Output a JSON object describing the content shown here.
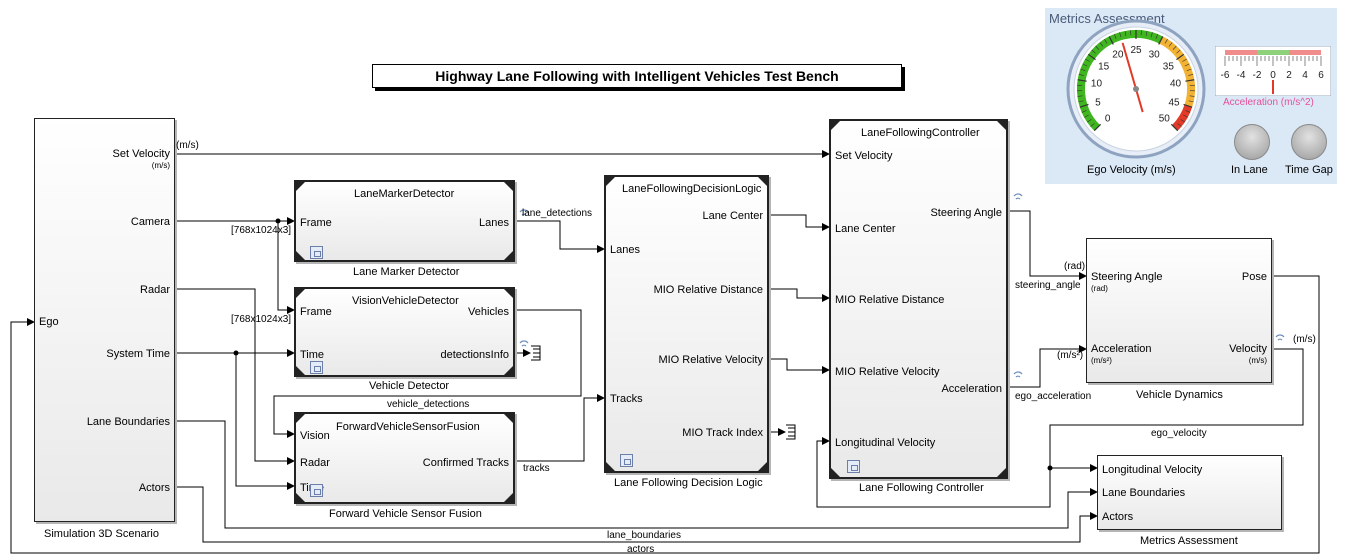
{
  "diagram": {
    "title": "Highway Lane Following with Intelligent Vehicles Test Bench",
    "blocks": {
      "scenario": {
        "name": "Simulation 3D Scenario",
        "in_ego": "Ego",
        "out_set_velocity": "Set Velocity",
        "out_set_velocity_unit": "(m/s)",
        "out_camera": "Camera",
        "out_radar": "Radar",
        "out_system_time": "System Time",
        "out_lane_boundaries": "Lane Boundaries",
        "out_actors": "Actors"
      },
      "lane_marker": {
        "name": "Lane Marker Detector",
        "ref": "LaneMarkerDetector",
        "in_frame": "Frame",
        "out_lanes": "Lanes"
      },
      "vision": {
        "name": "Vehicle Detector",
        "ref": "VisionVehicleDetector",
        "in_frame": "Frame",
        "in_time": "Time",
        "out_vehicles": "Vehicles",
        "out_detections_info": "detectionsInfo"
      },
      "fusion": {
        "name": "Forward Vehicle Sensor Fusion",
        "ref": "ForwardVehicleSensorFusion",
        "in_vision": "Vision",
        "in_radar": "Radar",
        "in_time": "Time",
        "out_confirmed_tracks": "Confirmed Tracks"
      },
      "decision": {
        "name": "Lane Following Decision Logic",
        "ref": "LaneFollowingDecisionLogic",
        "in_lanes": "Lanes",
        "in_tracks": "Tracks",
        "out_lane_center": "Lane Center",
        "out_mio_distance": "MIO Relative Distance",
        "out_mio_velocity": "MIO Relative Velocity",
        "out_mio_index": "MIO Track Index"
      },
      "controller": {
        "name": "Lane Following Controller",
        "ref": "LaneFollowingController",
        "in_set_velocity": "Set Velocity",
        "in_lane_center": "Lane Center",
        "in_mio_distance": "MIO Relative Distance",
        "in_mio_velocity": "MIO Relative Velocity",
        "in_long_velocity": "Longitudinal Velocity",
        "out_steering": "Steering Angle",
        "out_acceleration": "Acceleration"
      },
      "dynamics": {
        "name": "Vehicle Dynamics",
        "in_steering": "Steering Angle",
        "in_steering_unit": "(rad)",
        "in_acceleration": "Acceleration",
        "in_acceleration_unit": "(m/s²)",
        "out_pose": "Pose",
        "out_velocity": "Velocity",
        "out_velocity_unit": "(m/s)"
      },
      "metrics": {
        "name": "Metrics Assessment",
        "in_long_velocity": "Longitudinal Velocity",
        "in_lane_boundaries": "Lane Boundaries",
        "in_actors": "Actors"
      }
    },
    "signals": {
      "set_velocity_unit": "(m/s)",
      "frame_dim_1": "[768x1024x3]",
      "frame_dim_2": "[768x1024x3]",
      "lane_detections": "lane_detections",
      "vehicle_detections": "vehicle_detections",
      "tracks": "tracks",
      "steering_unit": "(rad)",
      "steering_angle": "steering_angle",
      "accel_unit": "(m/s²)",
      "ego_acceleration": "ego_acceleration",
      "velocity_unit": "(m/s)",
      "ego_velocity": "ego_velocity",
      "lane_boundaries": "lane_boundaries",
      "actors": "actors"
    }
  },
  "dashboard": {
    "title": "Metrics Assessment",
    "speedometer": {
      "label": "Ego Velocity (m/s)",
      "ticks": [
        "0",
        "5",
        "10",
        "15",
        "20",
        "25",
        "30",
        "35",
        "40",
        "45",
        "50"
      ],
      "value": 22,
      "min": 0,
      "max": 50
    },
    "accel_bar": {
      "label": "Acceleration (m/s^2)",
      "ticks": [
        "-6",
        "-4",
        "-2",
        "0",
        "2",
        "4",
        "6"
      ],
      "value": 0,
      "min": -6,
      "max": 6
    },
    "lamps": {
      "in_lane": "In Lane",
      "time_gap": "Time Gap"
    },
    "colors": {
      "background": "#dbe9f7",
      "accel_label": "#e4509a",
      "gauge_green": "#3fb51f",
      "gauge_red": "#e23a28"
    }
  }
}
